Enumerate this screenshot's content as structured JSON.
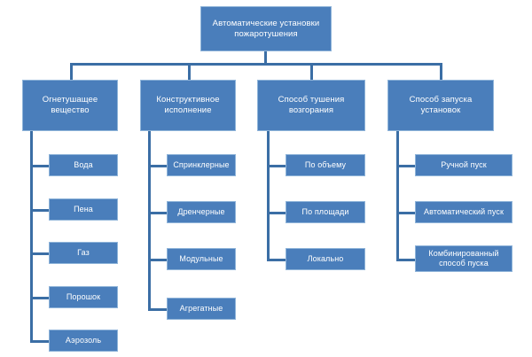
{
  "diagram": {
    "title_node": {
      "label": "Автоматические установки пожаротушения"
    },
    "colors": {
      "node_fill": "#4a7ebb",
      "node_border": "#8fb4d9",
      "connector": "#3b6ea5",
      "text": "#ffffff",
      "background": "#ffffff"
    },
    "branches": [
      {
        "label": "Огнетушащее вещество",
        "children": [
          {
            "label": "Вода"
          },
          {
            "label": "Пена"
          },
          {
            "label": "Газ"
          },
          {
            "label": "Порошок"
          },
          {
            "label": "Аэрозоль"
          }
        ]
      },
      {
        "label": "Конструктивное исполнение",
        "children": [
          {
            "label": "Спринклерные"
          },
          {
            "label": "Дренчерные"
          },
          {
            "label": "Модульные"
          },
          {
            "label": "Агрегатные"
          }
        ]
      },
      {
        "label": "Способ тушения возгорания",
        "children": [
          {
            "label": "По объему"
          },
          {
            "label": "По площади"
          },
          {
            "label": "Локально"
          }
        ]
      },
      {
        "label": "Способ запуска установок",
        "children": [
          {
            "label": "Ручной пуск"
          },
          {
            "label": "Автоматический пуск"
          },
          {
            "label": "Комбинированный способ пуска"
          }
        ]
      }
    ]
  }
}
